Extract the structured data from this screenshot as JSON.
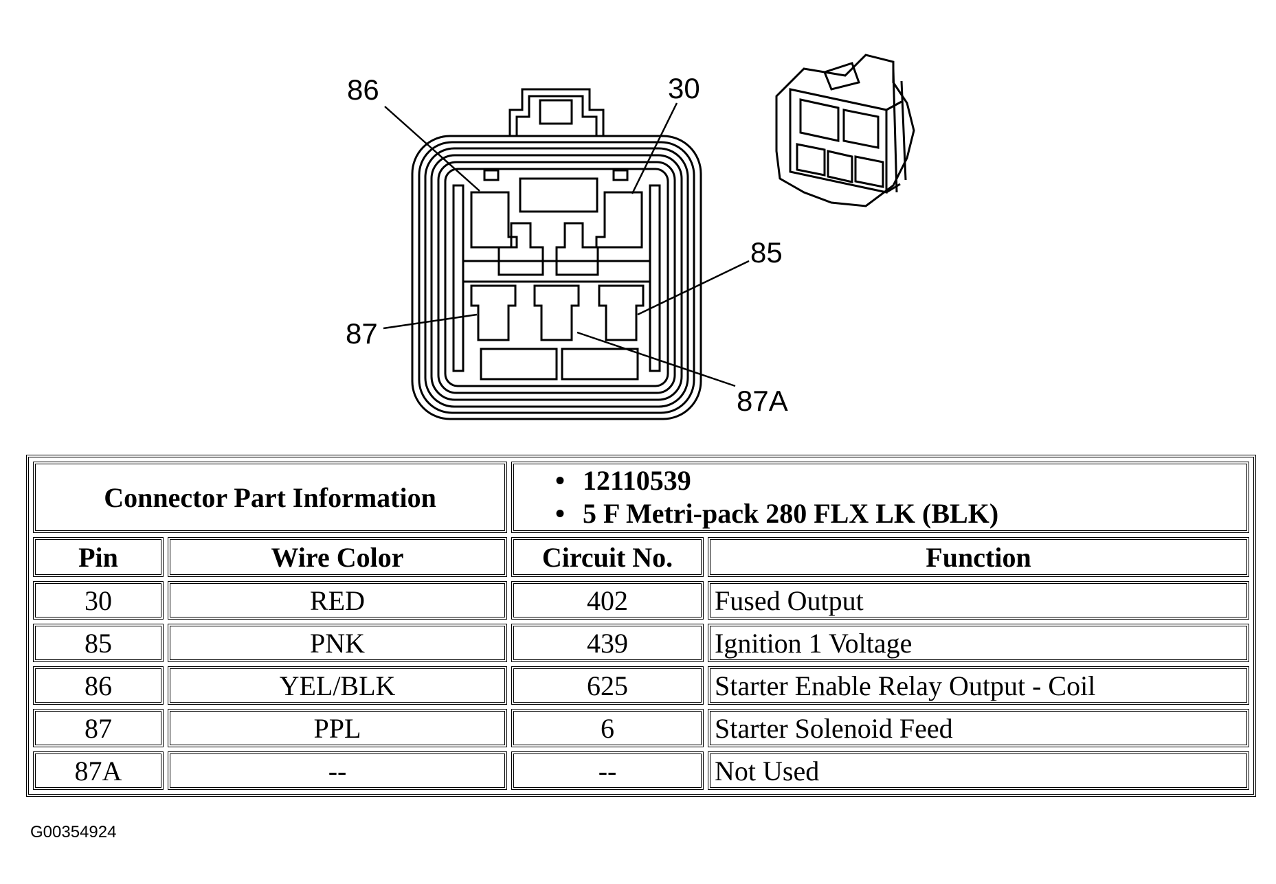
{
  "diagram": {
    "pin_labels": {
      "p86": "86",
      "p30": "30",
      "p85": "85",
      "p87": "87",
      "p87a": "87A"
    }
  },
  "table": {
    "part_info_label": "Connector Part Information",
    "part_info_items": [
      "12110539",
      "5 F Metri-pack 280 FLX LK (BLK)"
    ],
    "headers": [
      "Pin",
      "Wire Color",
      "Circuit No.",
      "Function"
    ],
    "rows": [
      {
        "pin": "30",
        "wire_color": "RED",
        "circuit": "402",
        "function": "Fused Output"
      },
      {
        "pin": "85",
        "wire_color": "PNK",
        "circuit": "439",
        "function": "Ignition 1 Voltage"
      },
      {
        "pin": "86",
        "wire_color": "YEL/BLK",
        "circuit": "625",
        "function": "Starter Enable Relay Output - Coil"
      },
      {
        "pin": "87",
        "wire_color": "PPL",
        "circuit": "6",
        "function": "Starter Solenoid Feed"
      },
      {
        "pin": "87A",
        "wire_color": "--",
        "circuit": "--",
        "function": "Not Used"
      }
    ]
  },
  "figure_id": "G00354924"
}
